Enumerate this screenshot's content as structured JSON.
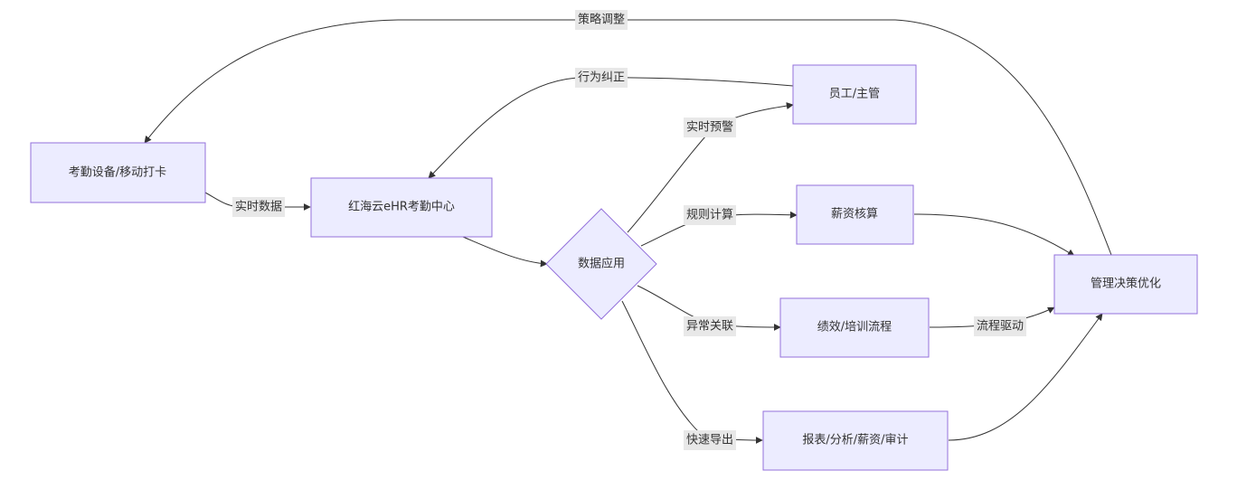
{
  "nodes": {
    "device": {
      "label": "考勤设备/移动打卡"
    },
    "center": {
      "label": "红海云eHR考勤中心"
    },
    "apply": {
      "label": "数据应用"
    },
    "staff": {
      "label": "员工/主管"
    },
    "salary_calc": {
      "label": "薪资核算"
    },
    "perf": {
      "label": "绩效/培训流程"
    },
    "report": {
      "label": "报表/分析/薪资/审计"
    },
    "decision": {
      "label": "管理决策优化"
    }
  },
  "edges": {
    "realtime_data": {
      "label": "实时数据"
    },
    "realtime_alert": {
      "label": "实时预警"
    },
    "rule_calc": {
      "label": "规则计算"
    },
    "anomaly_link": {
      "label": "异常关联"
    },
    "quick_export": {
      "label": "快速导出"
    },
    "process_drive": {
      "label": "流程驱动"
    },
    "behavior_fix": {
      "label": "行为纠正"
    },
    "strategy_adjust": {
      "label": "策略调整"
    }
  },
  "colors": {
    "node_fill": "#ECECFF",
    "node_stroke": "#9370DB",
    "edge": "#333333",
    "label_bg": "#e8e8e8"
  }
}
